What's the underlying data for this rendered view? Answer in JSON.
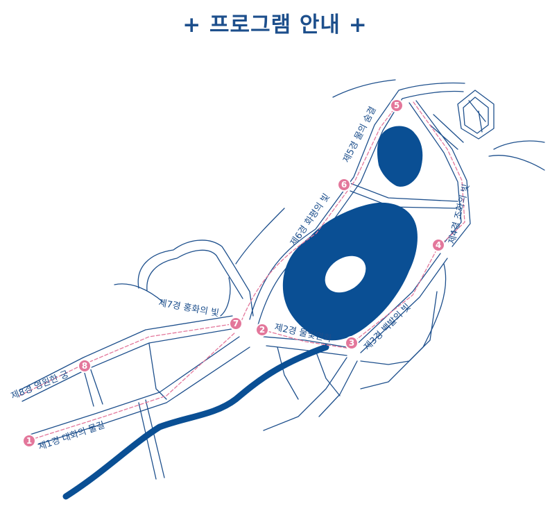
{
  "title": "+ 프로그램 안내 +",
  "colors": {
    "water": "#0a4f94",
    "road": "#1d4f8c",
    "route": "#e3779b",
    "title": "#1d4f8c"
  },
  "stops": [
    {
      "num": "1",
      "label": "제1경 대화의 물길"
    },
    {
      "num": "2",
      "label": "제2경 물빛연화"
    },
    {
      "num": "3",
      "label": "제3경 백발의 빛"
    },
    {
      "num": "4",
      "label": "제4경 조화의 빛"
    },
    {
      "num": "5",
      "label": "제5경 물의 숨결"
    },
    {
      "num": "6",
      "label": "제6경 화평의 빛"
    },
    {
      "num": "7",
      "label": "제7경 홍화의 빛"
    },
    {
      "num": "8",
      "label": "제8경 영원한 궁"
    }
  ]
}
